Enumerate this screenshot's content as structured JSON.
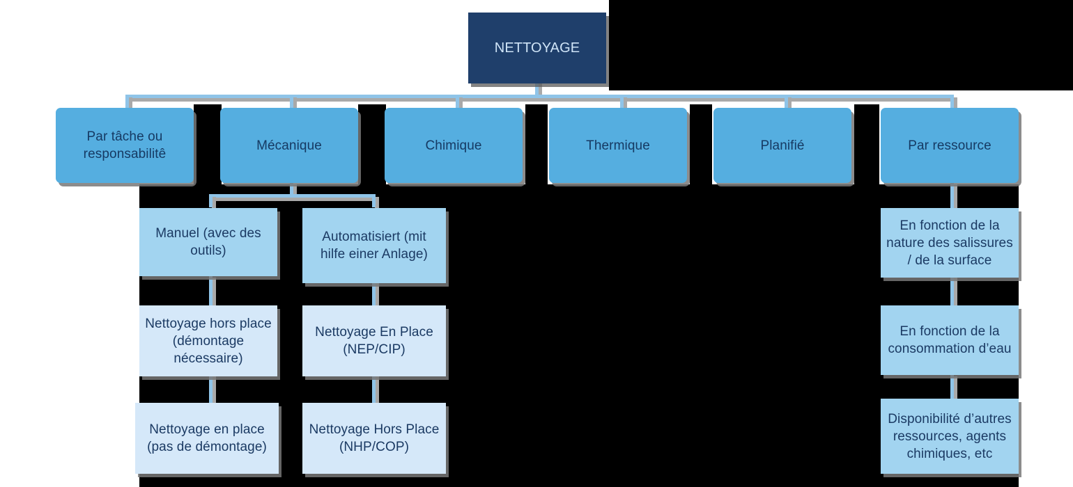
{
  "diagram": {
    "title": "NETTOYAGE",
    "type": "organizational-tree",
    "colors": {
      "root_fill": "#1f3f6b",
      "root_text": "#cfe4f7",
      "level2_fill": "#55aee0",
      "level3_fill": "#a2d4f0",
      "level4_fill": "#d5e8f9",
      "node_text": "#1b3a63",
      "connector": "#8fc4e8",
      "connector_shadow": "#a9a9a9",
      "background": "#ffffff",
      "void": "#000000"
    },
    "root": {
      "label": "NETTOYAGE"
    },
    "level2": [
      {
        "id": "par-tache",
        "label": "Par tâche ou responsabilitê"
      },
      {
        "id": "mecanique",
        "label": "Mécanique"
      },
      {
        "id": "chimique",
        "label": "Chimique"
      },
      {
        "id": "thermique",
        "label": "Thermique"
      },
      {
        "id": "planifie",
        "label": "Planifié"
      },
      {
        "id": "par-ressource",
        "label": "Par ressource"
      }
    ],
    "mecanique_branch": {
      "manuel": {
        "label": "Manuel (avec des outils)",
        "children": [
          {
            "label": "Nettoyage hors place (démontage nécessaire)"
          },
          {
            "label": "Nettoyage en place (pas de démontage)"
          }
        ]
      },
      "automatise": {
        "label": "Automatisiert (mit hilfe einer Anlage)",
        "children": [
          {
            "label": "Nettoyage En Place (NEP/CIP)"
          },
          {
            "label": "Nettoyage Hors Place (NHP/COP)"
          }
        ]
      }
    },
    "ressource_branch": [
      {
        "label": "En fonction de la nature des salissures / de la surface"
      },
      {
        "label": "En fonction de la consommation d’eau"
      },
      {
        "label": "Disponibilité d’autres ressources, agents chimiques, etc"
      }
    ]
  }
}
